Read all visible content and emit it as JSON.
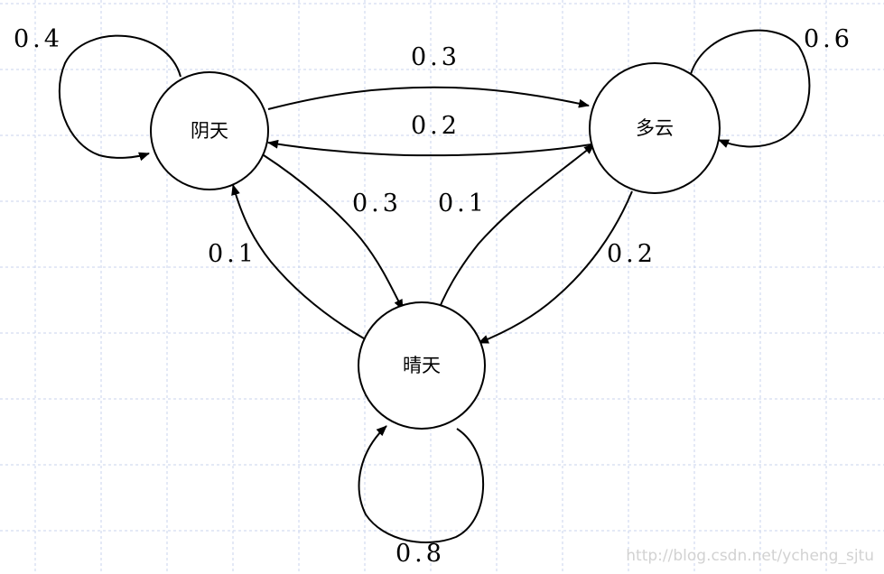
{
  "diagram": {
    "states": {
      "cloudy": "阴天",
      "overcast": "多云",
      "sunny": "晴天"
    },
    "transitions": {
      "cloudy_self": "0.4",
      "overcast_self": "0.6",
      "sunny_self": "0.8",
      "cloudy_to_overcast": "0.3",
      "overcast_to_cloudy": "0.2",
      "cloudy_to_sunny": "0.3",
      "sunny_to_cloudy": "0.1",
      "sunny_to_overcast": "0.1",
      "overcast_to_sunny": "0.2"
    }
  },
  "watermark": "http://blog.csdn.net/ycheng_sjtu"
}
